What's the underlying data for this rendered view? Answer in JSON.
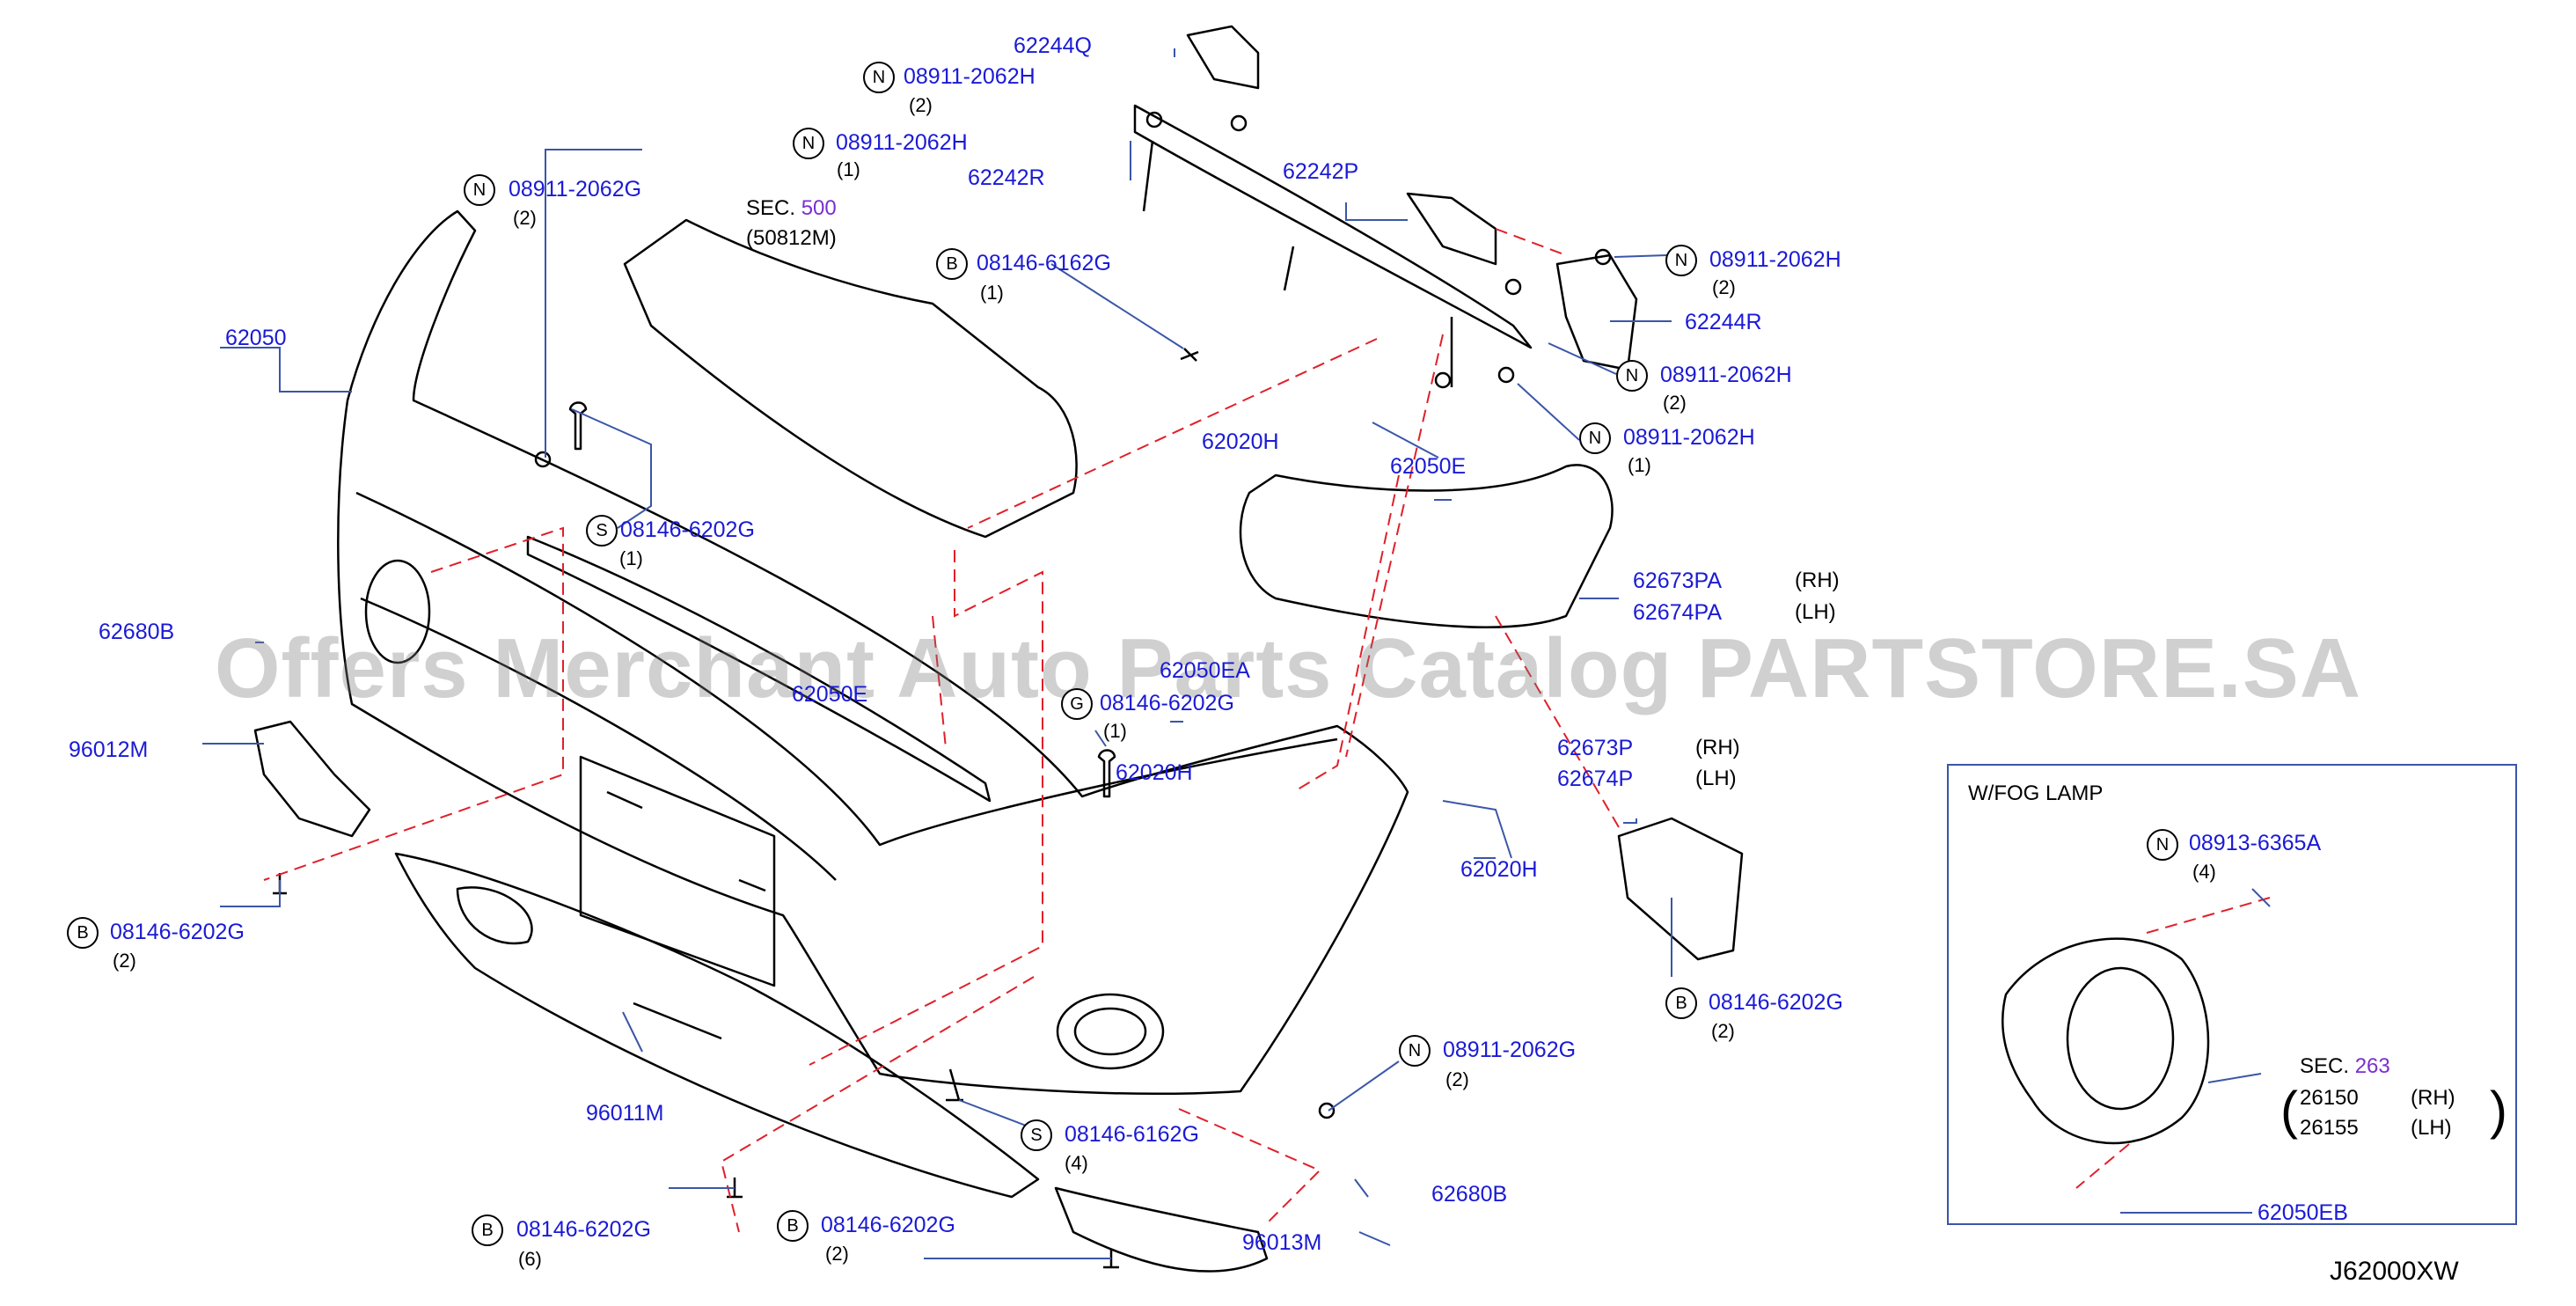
{
  "colors": {
    "part_number": "#1a1ad6",
    "section_number": "#7a2fd0",
    "leader_red": "#e0202a",
    "frame": "#3a56a8",
    "watermark": "#888888"
  },
  "watermark": "Offers Merchant Auto Parts Catalog PARTSTORE.SA",
  "diagram_code": "J62000XW",
  "fog_lamp_box": {
    "title": "W/FOG LAMP"
  },
  "sections": [
    {
      "label": "SEC.",
      "number": "500",
      "sub": "(50812M)"
    },
    {
      "label": "SEC.",
      "number": "263"
    }
  ],
  "callouts": [
    {
      "prefix": "",
      "part": "62244Q"
    },
    {
      "prefix": "N",
      "part": "08911-2062H",
      "qty": "(2)"
    },
    {
      "prefix": "N",
      "part": "08911-2062H",
      "qty": "(1)"
    },
    {
      "prefix": "",
      "part": "62242R"
    },
    {
      "prefix": "",
      "part": "62242P"
    },
    {
      "prefix": "N",
      "part": "08911-2062G",
      "qty": "(2)"
    },
    {
      "prefix": "B",
      "part": "08146-6162G",
      "qty": "(1)"
    },
    {
      "prefix": "N",
      "part": "08911-2062H",
      "qty": "(2)"
    },
    {
      "prefix": "",
      "part": "62244R"
    },
    {
      "prefix": "N",
      "part": "08911-2062H",
      "qty": "(2)"
    },
    {
      "prefix": "N",
      "part": "08911-2062H",
      "qty": "(1)"
    },
    {
      "prefix": "",
      "part": "62050"
    },
    {
      "prefix": "",
      "part": "62020H"
    },
    {
      "prefix": "",
      "part": "62050E"
    },
    {
      "prefix": "S",
      "part": "08146-6202G",
      "qty": "(1)"
    },
    {
      "prefix": "",
      "part": "62673PA",
      "side": "(RH)"
    },
    {
      "prefix": "",
      "part": "62674PA",
      "side": "(LH)"
    },
    {
      "prefix": "",
      "part": "62680B"
    },
    {
      "prefix": "",
      "part": "62050E"
    },
    {
      "prefix": "",
      "part": "62050EA"
    },
    {
      "prefix": "G",
      "part": "08146-6202G",
      "qty": "(1)"
    },
    {
      "prefix": "",
      "part": "96012M"
    },
    {
      "prefix": "",
      "part": "62020H"
    },
    {
      "prefix": "",
      "part": "62673P",
      "side": "(RH)"
    },
    {
      "prefix": "",
      "part": "62674P",
      "side": "(LH)"
    },
    {
      "prefix": "",
      "part": "62020H"
    },
    {
      "prefix": "B",
      "part": "08146-6202G",
      "qty": "(2)"
    },
    {
      "prefix": "B",
      "part": "08146-6202G",
      "qty": "(2)"
    },
    {
      "prefix": "N",
      "part": "08911-2062G",
      "qty": "(2)"
    },
    {
      "prefix": "",
      "part": "96011M"
    },
    {
      "prefix": "S",
      "part": "08146-6162G",
      "qty": "(4)"
    },
    {
      "prefix": "",
      "part": "62680B"
    },
    {
      "prefix": "B",
      "part": "08146-6202G",
      "qty": "(6)"
    },
    {
      "prefix": "B",
      "part": "08146-6202G",
      "qty": "(2)"
    },
    {
      "prefix": "",
      "part": "96013M"
    },
    {
      "prefix": "N",
      "part": "08913-6365A",
      "qty": "(4)"
    },
    {
      "prefix": "",
      "part": "26150",
      "side": "(RH)"
    },
    {
      "prefix": "",
      "part": "26155",
      "side": "(LH)"
    },
    {
      "prefix": "",
      "part": "62050EB"
    }
  ]
}
